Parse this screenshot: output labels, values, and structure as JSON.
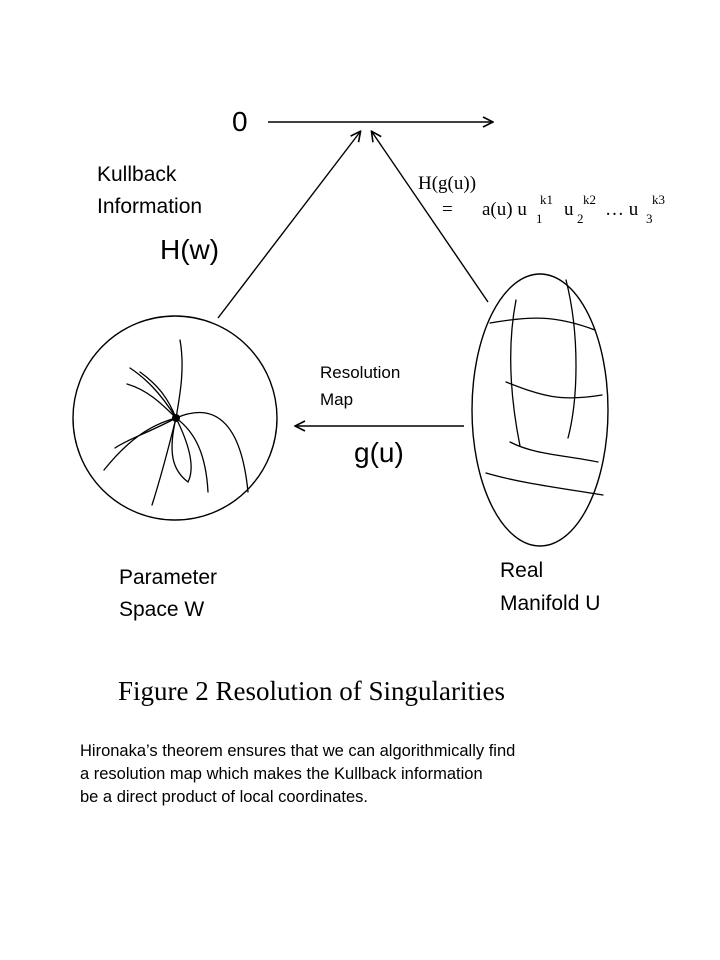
{
  "diagram": {
    "zero_label": "0",
    "kullback_line1": "Kullback",
    "kullback_line2": "Information",
    "hw_label": "H(w)",
    "hgu_label": "H(g(u))",
    "equals": "=",
    "formula_main": "a(u) u",
    "formula_sub1": "1",
    "formula_sup1": "k1",
    "formula_u2": "u",
    "formula_sub2": "2",
    "formula_sup2": "k2",
    "formula_dots": "… u",
    "formula_sub3": "3",
    "formula_sup3": "k3",
    "resolution_line1": "Resolution",
    "resolution_line2": "Map",
    "gu_label": "g(u)",
    "parameter_line1": "Parameter",
    "parameter_line2": "Space  W",
    "real_line1": "Real",
    "real_line2": "Manifold  U"
  },
  "caption": "Figure  2  Resolution of Singularities",
  "note": {
    "line1": "Hironaka’s theorem ensures that we can algorithmically find",
    "line2": "a resolution map which makes the Kullback information",
    "line3": "be  a direct product of  local coordinates."
  }
}
